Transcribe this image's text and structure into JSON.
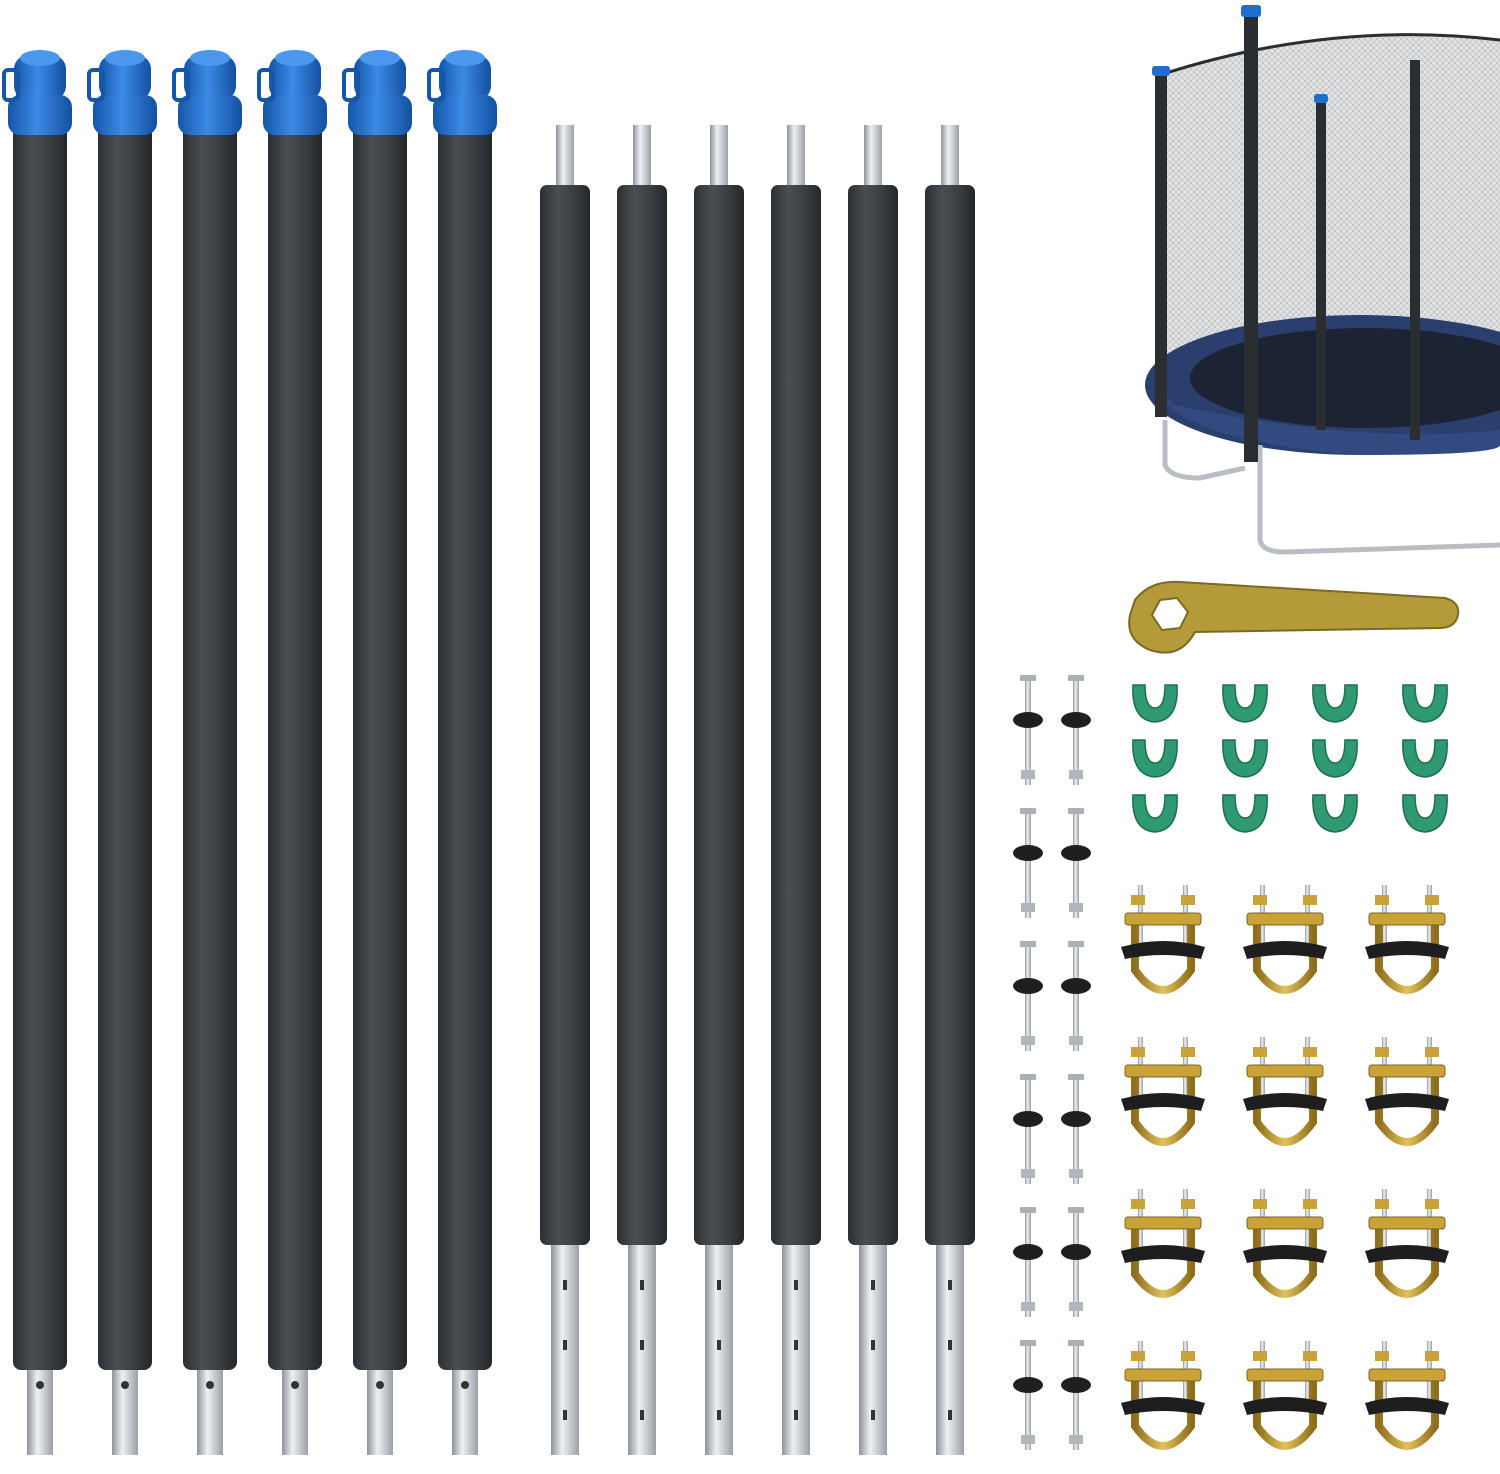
{
  "product": {
    "upper_poles_count": 6,
    "lower_poles_count": 6,
    "screws_count": 12,
    "clips_count": 12,
    "u_brackets_count": 12,
    "wrench_count": 1
  },
  "colors": {
    "background": "#ffffff",
    "foam": "#3a3d40",
    "cap_blue": "#1e6fd0",
    "steel": "#c9ced3",
    "clip_green": "#2f9a72",
    "bracket_gold": "#c9a23a",
    "wrench": "#b59a3a",
    "mat_blue": "#2a3f6e",
    "net": "#9aa0a6"
  }
}
